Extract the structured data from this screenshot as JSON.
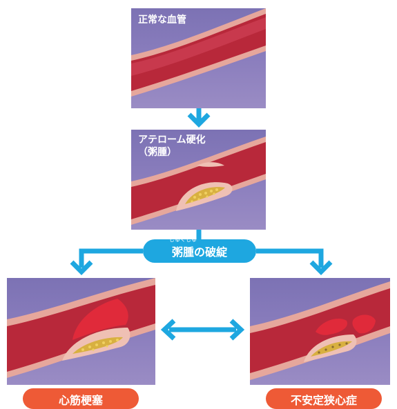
{
  "panels": {
    "normal": {
      "label": "正常な血管"
    },
    "atheroma": {
      "label": "アテローム硬化\n（粥腫）"
    }
  },
  "rupture": {
    "ruby": "じゅくしゅ",
    "word_a": "粥",
    "word_b": "腫",
    "rest": "の破綻"
  },
  "outcomes": {
    "left": "心筋梗塞",
    "right": "不安定狭心症"
  },
  "colors": {
    "arrow": "#1ea7e0",
    "outcome_badge": "#ee5a36",
    "panel_bg": "#8c7fbe",
    "vessel_wall": "#e8a49a",
    "blood": "#c0283a",
    "plaque": "#d8b040",
    "clot": "#e02a3a"
  }
}
